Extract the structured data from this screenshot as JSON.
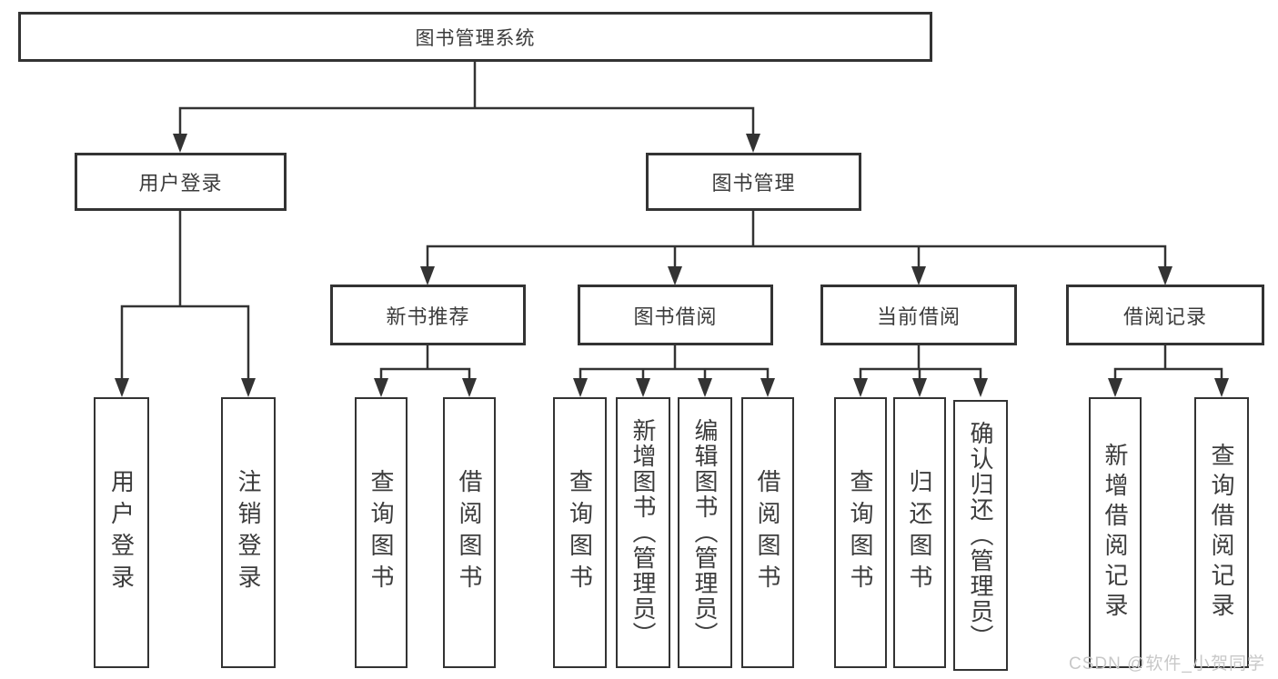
{
  "tree": {
    "label": "图书管理系统",
    "children": [
      {
        "label": "用户登录",
        "children": [
          {
            "label": "用户登录"
          },
          {
            "label": "注销登录"
          }
        ]
      },
      {
        "label": "图书管理",
        "children": [
          {
            "label": "新书推荐",
            "children": [
              {
                "label": "查询图书"
              },
              {
                "label": "借阅图书"
              }
            ]
          },
          {
            "label": "图书借阅",
            "children": [
              {
                "label": "查询图书"
              },
              {
                "label": "新增图书（管理员）"
              },
              {
                "label": "编辑图书（管理员）"
              },
              {
                "label": "借阅图书"
              }
            ]
          },
          {
            "label": "当前借阅",
            "children": [
              {
                "label": "查询图书"
              },
              {
                "label": "归还图书"
              },
              {
                "label": "确认归还（管理员）"
              }
            ]
          },
          {
            "label": "借阅记录",
            "children": [
              {
                "label": "新增借阅记录"
              },
              {
                "label": "查询借阅记录"
              }
            ]
          }
        ]
      }
    ]
  },
  "watermark": {
    "text": "CSDN @软件_小贺同学"
  },
  "colors": {
    "line": "#333333",
    "text": "#3c3c3c",
    "background": "#ffffff",
    "watermark": "#c8c8c8"
  }
}
